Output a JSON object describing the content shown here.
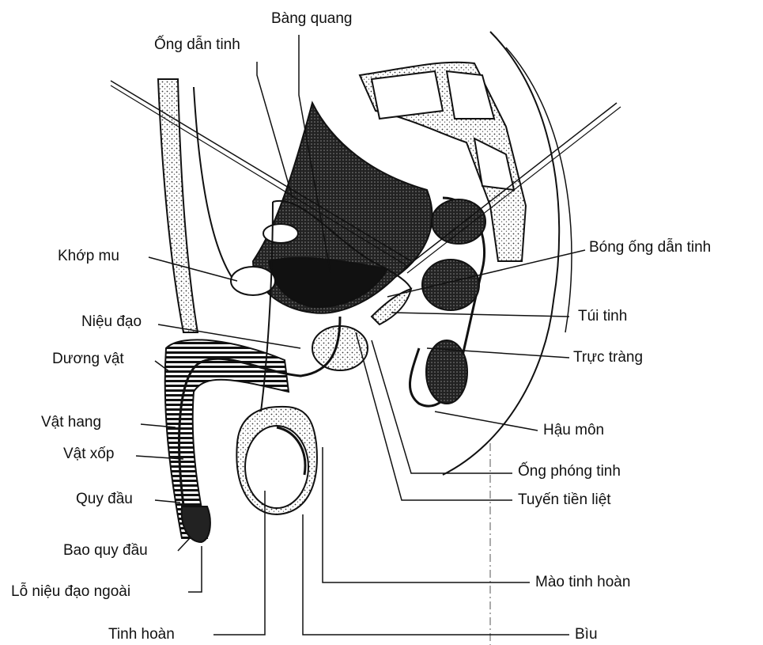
{
  "diagram": {
    "labels": {
      "bang_quang": "Bàng quang",
      "ong_dan_tinh": "Ống dẫn tinh",
      "khop_mu": "Khớp mu",
      "bong_ong_dan_tinh": "Bóng ống dẫn tinh",
      "nieu_dao": "Niệu đạo",
      "tui_tinh": "Túi tinh",
      "duong_vat": "Dương vật",
      "truc_trang": "Trực tràng",
      "vat_hang": "Vật hang",
      "hau_mon": "Hậu môn",
      "vat_xop": "Vật xốp",
      "ong_phong_tinh": "Ống phóng tinh",
      "quy_dau": "Quy đầu",
      "tuyen_tien_liet": "Tuyến tiền liệt",
      "bao_quy_dau": "Bao quy đầu",
      "lo_nieu_dao_ngoai": "Lỗ niệu đạo ngoài",
      "mao_tinh_hoan": "Mào tinh hoàn",
      "tinh_hoan": "Tinh hoàn",
      "biu": "Bìu"
    },
    "colors": {
      "ink": "#111111",
      "stipple": "#555555",
      "background": "#ffffff"
    }
  }
}
